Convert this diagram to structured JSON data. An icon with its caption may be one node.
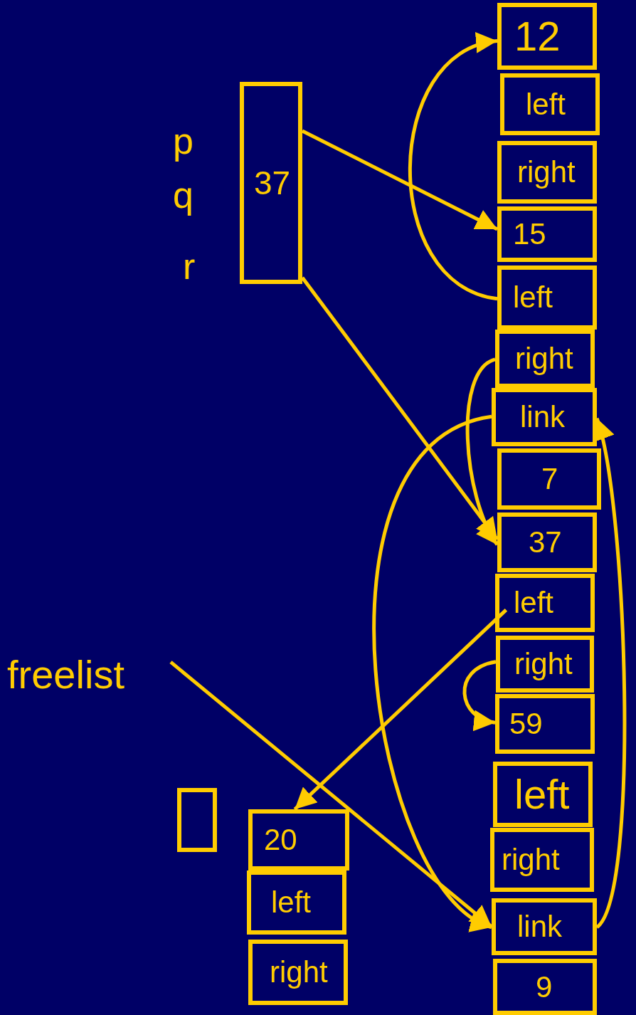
{
  "diagram": {
    "nodes": [
      {
        "text": [
          "37"
        ]
      },
      {
        "text": [
          "12"
        ]
      },
      {
        "text": [
          "left"
        ]
      },
      {
        "text": [
          "right"
        ]
      },
      {
        "text": [
          "15"
        ]
      },
      {
        "text": [
          "left"
        ]
      },
      {
        "text": [
          "right"
        ]
      },
      {
        "text": [
          "link"
        ]
      },
      {
        "text": [
          "7"
        ]
      },
      {
        "text": [
          "37"
        ]
      },
      {
        "text": [
          "left"
        ]
      },
      {
        "text": [
          "right"
        ]
      },
      {
        "text": [
          "59"
        ]
      },
      {
        "text": [
          "left"
        ]
      },
      {
        "text": [
          "right"
        ]
      },
      {
        "text": [
          "link"
        ]
      },
      {
        "text": [
          "9"
        ]
      },
      {
        "text": [
          "freelist"
        ]
      },
      {
        "text": [],
        "shape": "box"
      },
      {
        "text": [
          "20"
        ]
      },
      {
        "text": [
          "left"
        ]
      },
      {
        "text": [
          "right"
        ]
      }
    ],
    "edges": [
      {
        "from": 0,
        "to": 4,
        "arrow": "to"
      },
      {
        "from": 0,
        "to": 9,
        "arrow": "to"
      },
      {
        "from": 5,
        "to": 1,
        "arrow": "to"
      },
      {
        "from": 6,
        "to": 9,
        "arrow": "to"
      },
      {
        "from": 7,
        "to": 15,
        "arrow": "to"
      },
      {
        "from": 15,
        "to": 7,
        "arrow": "to"
      },
      {
        "from": 10,
        "to": 19,
        "arrow": "to"
      },
      {
        "from": 11,
        "to": 12,
        "arrow": "to"
      },
      {
        "from": 17,
        "to": 15,
        "arrow": "to"
      }
    ],
    "labels": [
      "p",
      "q",
      "r"
    ]
  }
}
